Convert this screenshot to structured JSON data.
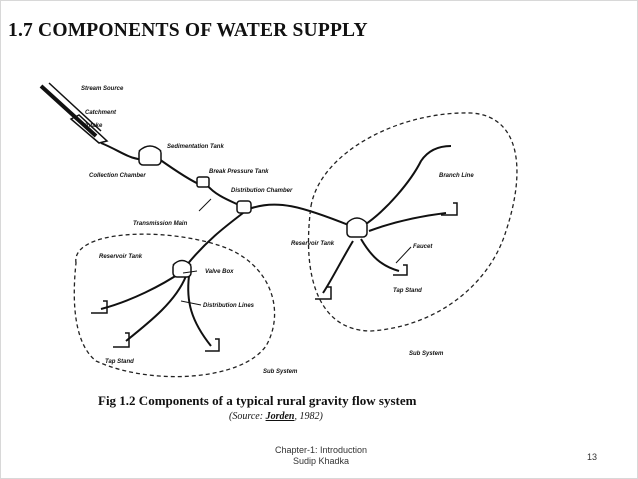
{
  "slide": {
    "title": "1.7 COMPONENTS OF WATER SUPPLY",
    "footer_line1": "Chapter-1: Introduction",
    "footer_line2": "Sudip Khadka",
    "page_number": "13"
  },
  "figure": {
    "caption": "Fig 1.2 Components of a typical rural gravity flow system",
    "source_prefix": "(Source: ",
    "source_author": "Jorden",
    "source_suffix": ", 1982)",
    "labels": {
      "intake": "Intake",
      "stream_source": "Stream Source",
      "catchment": "Catchment",
      "break_pressure_tank": "Break Pressure Tank",
      "sedimentation_tank": "Sedimentation Tank",
      "collection_chamber": "Collection Chamber",
      "distribution_chamber": "Distribution Chamber",
      "transmission_main": "Transmission Main",
      "reservoir_tank_left": "Reservoir Tank",
      "reservoir_tank_right": "Reservoir Tank",
      "valve_box": "Valve Box",
      "distribution_lines": "Distribution Lines",
      "tap_stand_left": "Tap Stand",
      "tap_stand_right": "Tap Stand",
      "branch_line": "Branch Line",
      "faucet": "Faucet",
      "sub_system_left": "Sub System",
      "sub_system_right": "Sub System"
    }
  }
}
